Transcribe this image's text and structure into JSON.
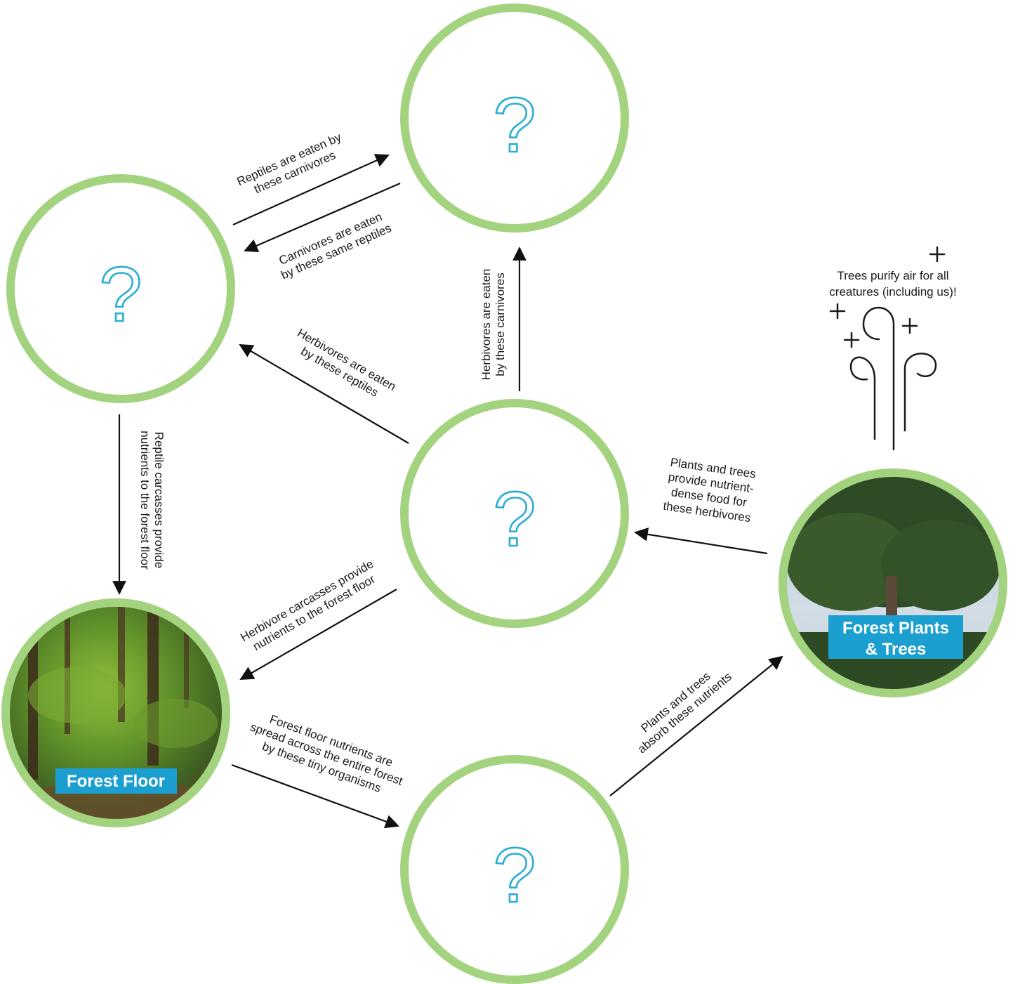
{
  "nodes": {
    "top_carnivores": {
      "symbol": "?"
    },
    "reptiles": {
      "symbol": "?"
    },
    "herbivores": {
      "symbol": "?"
    },
    "tiny_organisms": {
      "symbol": "?"
    },
    "forest_floor": {
      "title": "Forest Floor"
    },
    "forest_plants": {
      "title_line1": "Forest Plants",
      "title_line2": "& Trees"
    }
  },
  "arrows": {
    "reptiles_to_carnivores": [
      "Reptiles are eaten by",
      "these carnivores"
    ],
    "carnivores_to_reptiles": [
      "Carnivores are eaten",
      "by these same reptiles"
    ],
    "herbivores_to_carnivores": [
      "Herbivores are eaten",
      "by these carnivores"
    ],
    "herbivores_to_reptiles": [
      "Herbivores are eaten",
      "by these reptiles"
    ],
    "reptiles_to_floor": [
      "Reptile carcasses provide",
      "nutrients to the forest floor"
    ],
    "herbivores_to_floor": [
      "Herbivore carcasses provide",
      "nutrients to the forest floor"
    ],
    "plants_to_herbivores": [
      "Plants and trees",
      "provide nutrient-",
      "dense food for",
      "these herbivores"
    ],
    "floor_to_organisms": [
      "Forest floor nutrients are",
      "spread across the entire forest",
      "by these tiny organisms"
    ],
    "organisms_to_plants": [
      "Plants and trees",
      "absorb these nutrients"
    ]
  },
  "air_note": [
    "Trees purify air for all",
    "creatures (including us)!"
  ],
  "colors": {
    "ring": "#a4d37f",
    "question_mark": "#2aaed3",
    "title_box": "#1a9fd0",
    "arrow": "#111111"
  },
  "icons": [
    "question-mark-icon",
    "sparkle-icon",
    "air-swirl-icon",
    "arrowhead-icon"
  ]
}
